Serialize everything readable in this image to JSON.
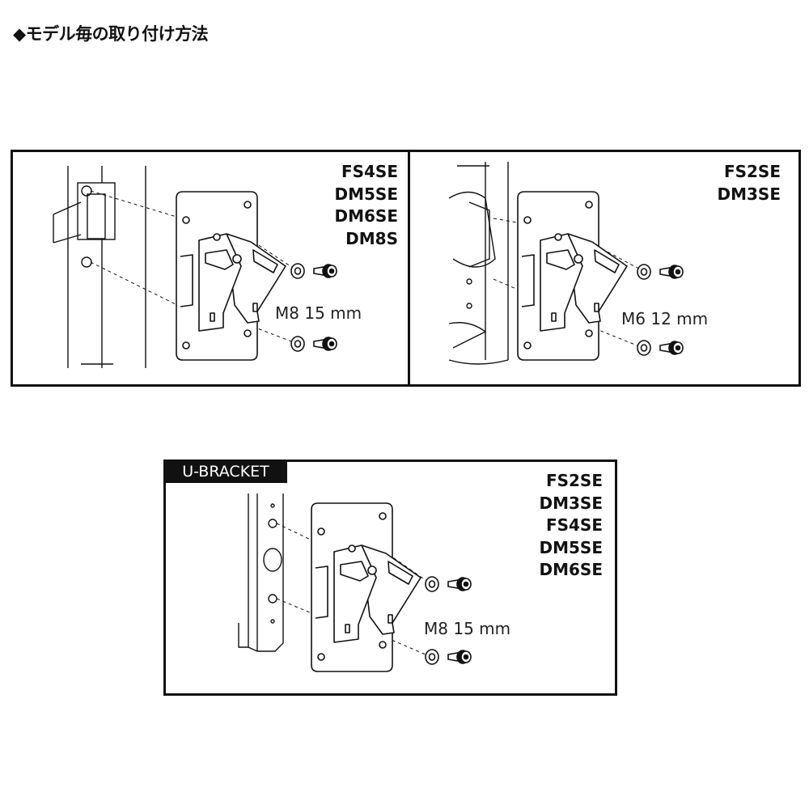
{
  "title": "◆モデル毎の取り付け方法",
  "panels": [
    {
      "models": [
        "FS4SE",
        "DM5SE",
        "DM6SE",
        "DM8S"
      ],
      "screw": "M8 15 mm"
    },
    {
      "models": [
        "FS2SE",
        "DM3SE"
      ],
      "screw": "M6 12 mm"
    },
    {
      "label": "U-BRACKET",
      "models": [
        "FS2SE",
        "DM3SE",
        "FS4SE",
        "DM5SE",
        "DM6SE"
      ],
      "screw": "M8 15 mm"
    }
  ]
}
